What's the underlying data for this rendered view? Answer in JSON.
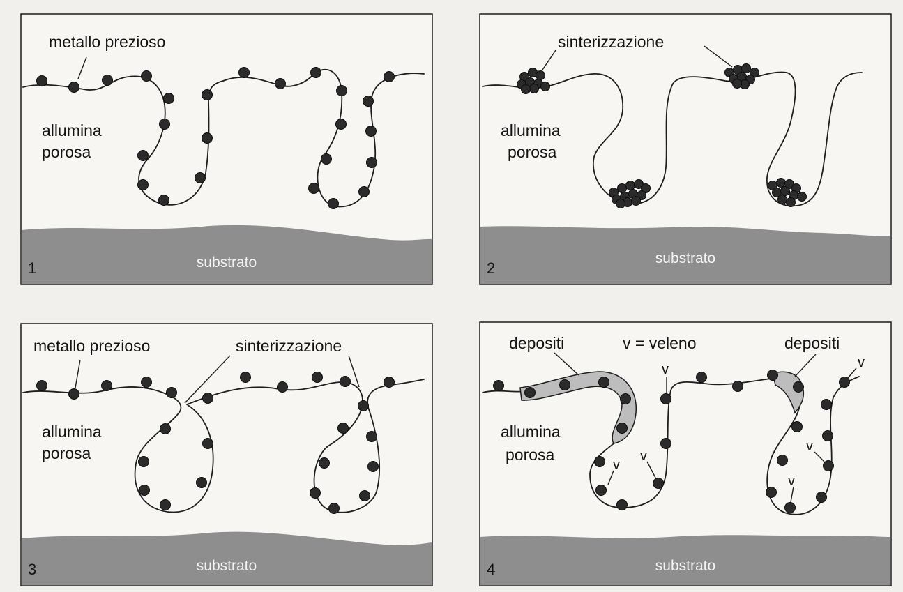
{
  "panels": [
    {
      "number": "1",
      "substrate": "substrato",
      "labels": {
        "metal": "metallo prezioso",
        "alumina_1": "allumina",
        "alumina_2": "porosa"
      }
    },
    {
      "number": "2",
      "substrate": "substrato",
      "labels": {
        "sintering": "sinterizzazione",
        "alumina_1": "allumina",
        "alumina_2": "porosa"
      }
    },
    {
      "number": "3",
      "substrate": "substrato",
      "labels": {
        "metal": "metallo prezioso",
        "sintering": "sinterizzazione",
        "alumina_1": "allumina",
        "alumina_2": "porosa"
      }
    },
    {
      "number": "4",
      "substrate": "substrato",
      "labels": {
        "deposits_left": "depositi",
        "deposits_right": "depositi",
        "poison_legend": "v = veleno",
        "alumina_1": "allumina",
        "alumina_2": "porosa",
        "poison_mark": "v"
      }
    }
  ]
}
